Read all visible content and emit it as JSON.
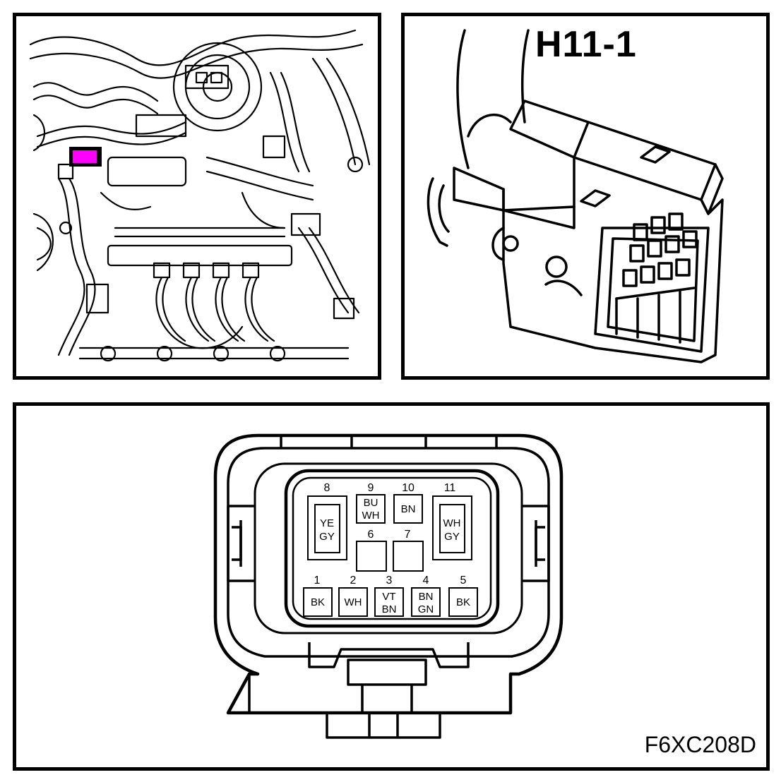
{
  "connector_title": "H11-1",
  "figure_code": "F6XC208D",
  "highlight_color": "#ff00ff",
  "pins": [
    {
      "num": "1",
      "colors": [
        "BK"
      ]
    },
    {
      "num": "2",
      "colors": [
        "WH"
      ]
    },
    {
      "num": "3",
      "colors": [
        "VT",
        "BN"
      ]
    },
    {
      "num": "4",
      "colors": [
        "BN",
        "GN"
      ]
    },
    {
      "num": "5",
      "colors": [
        "BK"
      ]
    },
    {
      "num": "6",
      "colors": []
    },
    {
      "num": "7",
      "colors": []
    },
    {
      "num": "8",
      "colors": [
        "YE",
        "GY"
      ]
    },
    {
      "num": "9",
      "colors": [
        "BU",
        "WH"
      ]
    },
    {
      "num": "10",
      "colors": [
        "BN"
      ]
    },
    {
      "num": "11",
      "colors": [
        "WH",
        "GY"
      ]
    }
  ]
}
